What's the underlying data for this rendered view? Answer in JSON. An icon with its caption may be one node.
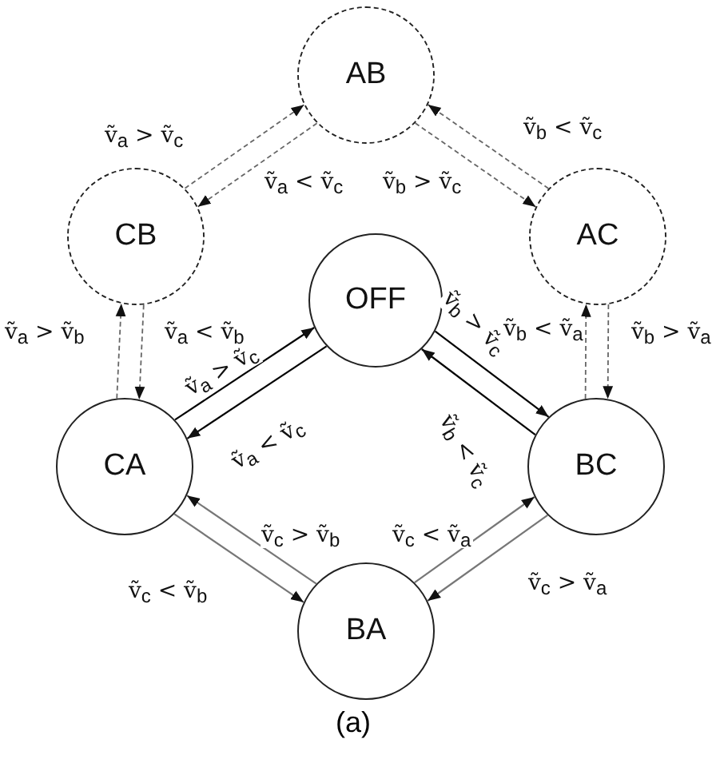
{
  "diagram": {
    "caption": "(a)",
    "nodes": [
      {
        "text": [
          "AB"
        ]
      },
      {
        "text": [
          "CB"
        ]
      },
      {
        "text": [
          "AC"
        ]
      },
      {
        "text": [
          "OFF"
        ]
      },
      {
        "text": [
          "CA"
        ]
      },
      {
        "text": [
          "BC"
        ]
      },
      {
        "text": [
          "BA"
        ]
      }
    ],
    "edges": [
      {
        "from": 1,
        "to": 0,
        "arrow": "to",
        "label": "ṽ$_{a}$ > ṽ$_{c}$",
        "style": "dashed"
      },
      {
        "from": 0,
        "to": 1,
        "arrow": "to",
        "label": "ṽ$_{a}$ < ṽ$_{c}$",
        "style": "dashed"
      },
      {
        "from": 0,
        "to": 2,
        "arrow": "to",
        "label": "ṽ$_{b}$ > ṽ$_{c}$",
        "style": "dashed"
      },
      {
        "from": 2,
        "to": 0,
        "arrow": "to",
        "label": "ṽ$_{b}$ < ṽ$_{c}$",
        "style": "dashed"
      },
      {
        "from": 4,
        "to": 1,
        "arrow": "to",
        "label": "ṽ$_{a}$ > ṽ$_{b}$",
        "style": "dashed"
      },
      {
        "from": 1,
        "to": 4,
        "arrow": "to",
        "label": "ṽ$_{a}$ < ṽ$_{b}$",
        "style": "dashed"
      },
      {
        "from": 5,
        "to": 2,
        "arrow": "to",
        "label": "ṽ$_{b}$ < ṽ$_{a}$",
        "style": "dashed"
      },
      {
        "from": 2,
        "to": 5,
        "arrow": "to",
        "label": "ṽ$_{b}$ > ṽ$_{a}$",
        "style": "dashed"
      },
      {
        "from": 4,
        "to": 3,
        "arrow": "to",
        "label": "ṽ$_{a}$ > ṽ$_{c}$",
        "color": "#000000"
      },
      {
        "from": 3,
        "to": 4,
        "arrow": "to",
        "label": "ṽ$_{a}$ < ṽ$_{c}$",
        "color": "#000000"
      },
      {
        "from": 3,
        "to": 5,
        "arrow": "to",
        "label": "ṽ$_{b}$ > ṽ$_{c}$",
        "color": "#000000"
      },
      {
        "from": 5,
        "to": 3,
        "arrow": "to",
        "label": "ṽ$_{b}$ < ṽ$_{c}$",
        "color": "#000000"
      },
      {
        "from": 6,
        "to": 4,
        "arrow": "to",
        "label": "ṽ$_{c}$ > ṽ$_{b}$"
      },
      {
        "from": 4,
        "to": 6,
        "arrow": "to",
        "label": "ṽ$_{c}$ < ṽ$_{b}$"
      },
      {
        "from": 6,
        "to": 5,
        "arrow": "to",
        "label": "ṽ$_{c}$ < ṽ$_{a}$"
      },
      {
        "from": 5,
        "to": 6,
        "arrow": "to",
        "label": "ṽ$_{c}$ > ṽ$_{a}$"
      }
    ]
  }
}
